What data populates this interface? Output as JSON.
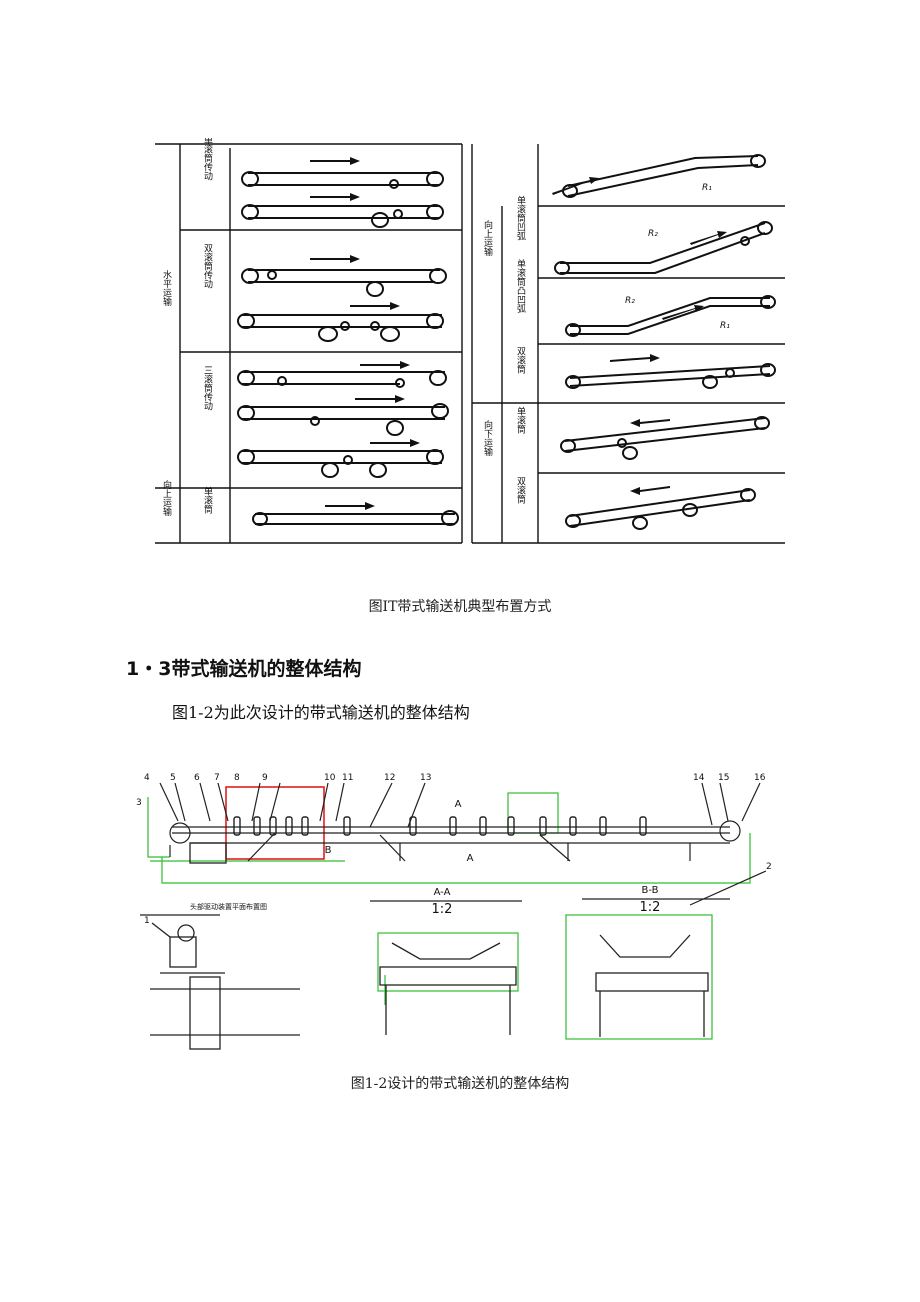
{
  "figure1": {
    "caption": "图IT带式输送机典型布置方式",
    "left_table": {
      "groups": [
        {
          "label": "水平运输",
          "rows": [
            "单滚筒传动",
            "双滚筒传动",
            "三滚筒传动"
          ]
        },
        {
          "label": "向上运输",
          "rows": [
            "单滚筒"
          ]
        }
      ]
    },
    "right_table": {
      "groups": [
        {
          "label": "向上运输",
          "rows": [
            "单滚筒凹弧",
            "单滚筒凸凹弧",
            "双滚筒"
          ]
        },
        {
          "label": "向下运输",
          "rows": [
            "单滚筒",
            "双滚筒"
          ]
        }
      ],
      "radius_labels": [
        "R₁",
        "R₂",
        "R₂",
        "R₁"
      ]
    }
  },
  "section": {
    "heading": "1・3带式输送机的整体结构",
    "text": "图1-2为此次设计的带式输送机的整体结构"
  },
  "figure2": {
    "caption": "图1-2设计的带式输送机的整体结构",
    "part_numbers": [
      "4",
      "5",
      "6",
      "7",
      "8",
      "9",
      "10",
      "11",
      "12",
      "13",
      "14",
      "15",
      "16",
      "3",
      "2",
      "1"
    ],
    "section_labels": [
      "A-A",
      "1:2",
      "B-B",
      "1:2",
      "A",
      "A",
      "B"
    ],
    "plan_title": "头部驱动装置平面布置图"
  }
}
